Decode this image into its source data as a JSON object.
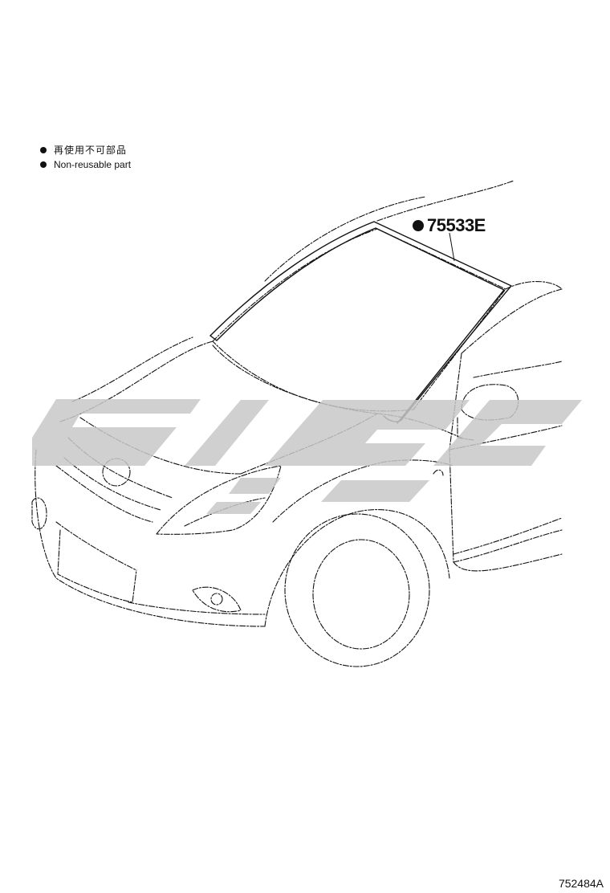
{
  "legend": {
    "items": [
      {
        "text": "再使用不可部品"
      },
      {
        "text": "Non-reusable part"
      }
    ]
  },
  "part": {
    "number": "75533E",
    "non_reusable": true
  },
  "drawing_code": "752484A",
  "colors": {
    "line": "#111111",
    "watermark": "#c8c8c8",
    "background": "#ffffff"
  }
}
